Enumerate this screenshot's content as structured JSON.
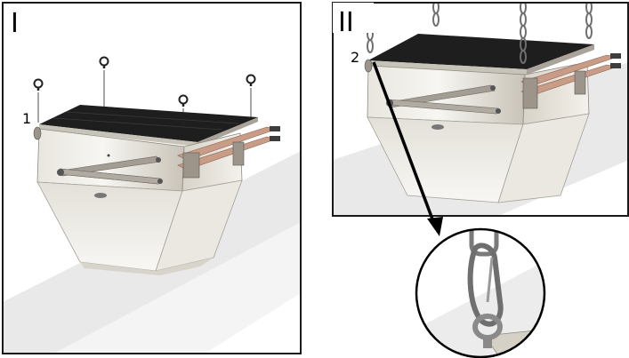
{
  "panels": [
    {
      "id": "I",
      "label": "I",
      "callout": "1"
    },
    {
      "id": "II",
      "label": "II",
      "callout": "2"
    }
  ],
  "colors": {
    "frame": "#1a1a1a",
    "grille": "#1e1e1e",
    "steel_light": "#f2f0ec",
    "steel_mid": "#d8d4cc",
    "steel_dark": "#b9b3a8",
    "copper": "#c89c86",
    "gray_bg": "#e6e6e6",
    "chain": "#6f6f6f"
  },
  "icons": [
    "eyebolt-icon",
    "chain-icon",
    "carabiner-icon",
    "detail-arrow-icon"
  ]
}
